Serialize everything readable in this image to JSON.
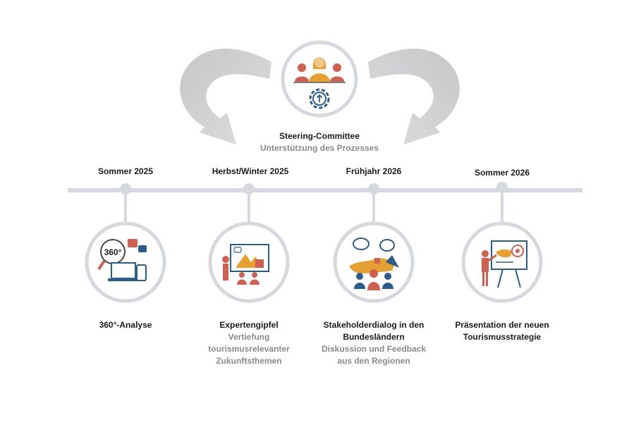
{
  "committee": {
    "title": "Steering-Committee",
    "subtitle": "Unterstützung des Prozesses"
  },
  "milestones": [
    {
      "season": "Sommer 2025",
      "title": "360°-Analyse",
      "subtitle": ""
    },
    {
      "season": "Herbst/Winter 2025",
      "title": "Expertengipfel",
      "subtitle_lines": [
        "Vertiefung",
        "tourismusrelevanter",
        "Zukunftsthemen"
      ]
    },
    {
      "season": "Frühjahr 2026",
      "title_lines": [
        "Stakeholderdialog in den",
        "Bundesländern"
      ],
      "subtitle_lines": [
        "Diskussion und Feedback",
        "aus den Regionen"
      ]
    },
    {
      "season": "Sommer 2026",
      "title_lines": [
        "Präsentation der neuen",
        "Tourismusstrategie"
      ]
    }
  ],
  "icon_text": {
    "analysis": "360°"
  },
  "colors": {
    "timeline": "#d5d8de",
    "circle": "#d5d8de",
    "arrow": "#cfd0d2",
    "accent_red": "#c0392b",
    "accent_orange": "#e4a030",
    "accent_blue": "#2b5d8c"
  }
}
